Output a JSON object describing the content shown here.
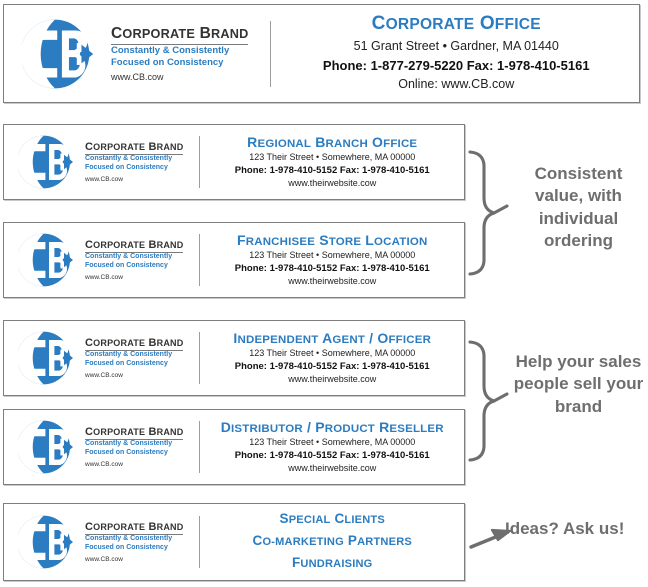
{
  "brand": {
    "logo_icon": "cb-circle-logo",
    "name": "Corporate Brand",
    "tagline_line1": "Constantly & Consistently",
    "tagline_line2": "Focused on Consistency",
    "url": "www.CB.cow",
    "accent_color": "#2b7cc0",
    "text_color": "#333333",
    "annotation_color": "#6e6e6e",
    "card_border_color": "#7e7e7e"
  },
  "header": {
    "title": "Corporate Office",
    "address": "51 Grant Street • Gardner, MA 01440",
    "phone_fax": "Phone: 1-877-279-5220   Fax: 1-978-410-5161",
    "online": "Online:  www.CB.cow"
  },
  "cards": [
    {
      "title": "Regional Branch Office",
      "address": "123 Their Street • Somewhere, MA 00000",
      "phone_fax": "Phone: 1-978-410-5152   Fax: 1-978-410-5161",
      "website": "www.theirwebsite.cow"
    },
    {
      "title": "Franchisee Store Location",
      "address": "123 Their Street • Somewhere, MA 00000",
      "phone_fax": "Phone: 1-978-410-5152   Fax: 1-978-410-5161",
      "website": "www.theirwebsite.cow"
    },
    {
      "title": "Independent Agent / Officer",
      "address": "123 Their Street • Somewhere, MA 00000",
      "phone_fax": "Phone: 1-978-410-5152   Fax: 1-978-410-5161",
      "website": "www.theirwebsite.cow"
    },
    {
      "title": "Distributor / Product Reseller",
      "address": "123 Their Street • Somewhere, MA 00000",
      "phone_fax": "Phone: 1-978-410-5152   Fax: 1-978-410-5161",
      "website": "www.theirwebsite.cow"
    }
  ],
  "stacked_card": {
    "line1": "Special Clients",
    "line2": "Co-Marketing Partners",
    "line3": "Fundraising"
  },
  "annotations": [
    {
      "icon": "curly-brace-right",
      "text": "Consistent value, with individual ordering"
    },
    {
      "icon": "curly-brace-right",
      "text": "Help your sales people sell your brand"
    },
    {
      "icon": "arrow-right",
      "text": "Ideas?  Ask us!"
    }
  ]
}
